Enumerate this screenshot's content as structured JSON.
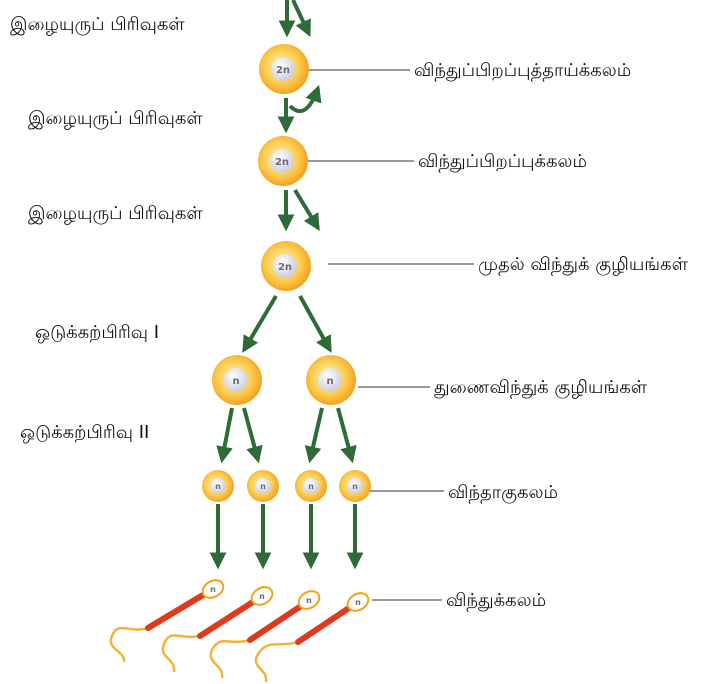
{
  "stage_labels": {
    "mitosis_1": "இழையுருப் பிரிவுகள்",
    "mitosis_2": "இழையுருப் பிரிவுகள்",
    "mitosis_3": "இழையுருப் பிரிவுகள்",
    "meiosis_1": "ஒடுக்கற்பிரிவு I",
    "meiosis_2": "ஒடுக்கற்பிரிவு II"
  },
  "cell_labels": {
    "spermatogonial_stem_cell": "விந்துப்பிறப்புத்தாய்க்கலம்",
    "spermatogonium": "விந்துப்பிறப்புக்கலம்",
    "primary_spermatocyte": "முதல் விந்துக் குழியங்கள்",
    "secondary_spermatocytes": "துணைவிந்துக் குழியங்கள்",
    "spermatids": "விந்தாகுகலம்",
    "sperm": "விந்துக்கலம்"
  },
  "ploidy": {
    "diploid": "2n",
    "haploid": "n"
  },
  "colors": {
    "arrow": "#2f6b38",
    "cell_outer": "#f6a91c",
    "cell_inner": "#fbd968",
    "nucleus": "#e8e8f2",
    "sperm_midpiece": "#e0391c",
    "tail": "#f5b13a",
    "leader_line": "#333333"
  }
}
